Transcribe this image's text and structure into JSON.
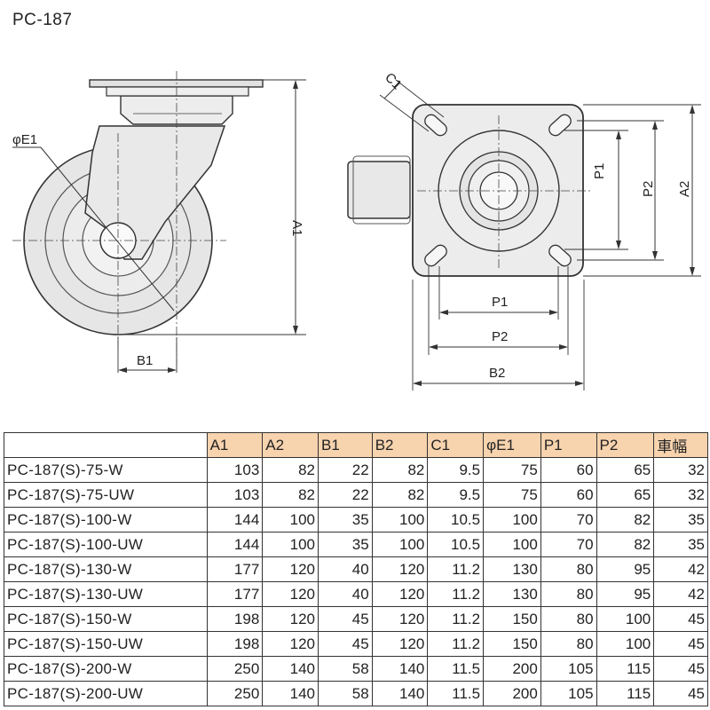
{
  "title": "PC-187",
  "labels": {
    "phi_e1": "φE1",
    "a1": "A1",
    "b1": "B1",
    "c1": "C1",
    "p1": "P1",
    "p2": "P2",
    "a2": "A2",
    "b2": "B2"
  },
  "table": {
    "headers": [
      "",
      "A1",
      "A2",
      "B1",
      "B2",
      "C1",
      "φE1",
      "P1",
      "P2",
      "車幅"
    ],
    "rows": [
      [
        "PC-187(S)-75-W",
        "103",
        "82",
        "22",
        "82",
        "9.5",
        "75",
        "60",
        "65",
        "32"
      ],
      [
        "PC-187(S)-75-UW",
        "103",
        "82",
        "22",
        "82",
        "9.5",
        "75",
        "60",
        "65",
        "32"
      ],
      [
        "PC-187(S)-100-W",
        "144",
        "100",
        "35",
        "100",
        "10.5",
        "100",
        "70",
        "82",
        "35"
      ],
      [
        "PC-187(S)-100-UW",
        "144",
        "100",
        "35",
        "100",
        "10.5",
        "100",
        "70",
        "82",
        "35"
      ],
      [
        "PC-187(S)-130-W",
        "177",
        "120",
        "40",
        "120",
        "11.2",
        "130",
        "80",
        "95",
        "42"
      ],
      [
        "PC-187(S)-130-UW",
        "177",
        "120",
        "40",
        "120",
        "11.2",
        "130",
        "80",
        "95",
        "42"
      ],
      [
        "PC-187(S)-150-W",
        "198",
        "120",
        "45",
        "120",
        "11.2",
        "150",
        "80",
        "100",
        "45"
      ],
      [
        "PC-187(S)-150-UW",
        "198",
        "120",
        "45",
        "120",
        "11.2",
        "150",
        "80",
        "100",
        "45"
      ],
      [
        "PC-187(S)-200-W",
        "250",
        "140",
        "58",
        "140",
        "11.5",
        "200",
        "105",
        "115",
        "45"
      ],
      [
        "PC-187(S)-200-UW",
        "250",
        "140",
        "58",
        "140",
        "11.5",
        "200",
        "105",
        "115",
        "45"
      ]
    ]
  }
}
